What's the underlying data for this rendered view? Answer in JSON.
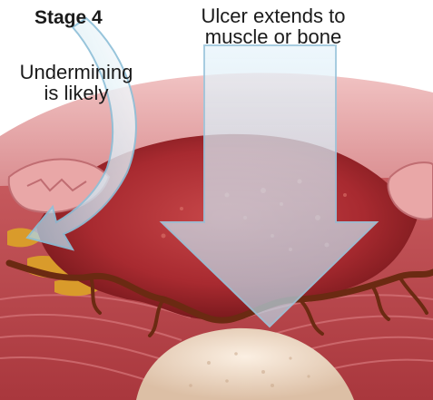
{
  "stage_label": "Stage 4",
  "main_arrow_caption": {
    "line1": "Ulcer extends to",
    "line2": "muscle or bone"
  },
  "side_arrow_caption": {
    "line1": "Undermining",
    "line2": "is likely"
  },
  "colors": {
    "skin_surface": "#e3a0a2",
    "wound_bed": "#a7282d",
    "tissue_layers": "#b8454a",
    "bone": "#f0d8c2",
    "fat": "#d89a2a",
    "arrow_fill": "#cfe6f2",
    "arrow_outline": "#9ec7dd"
  }
}
